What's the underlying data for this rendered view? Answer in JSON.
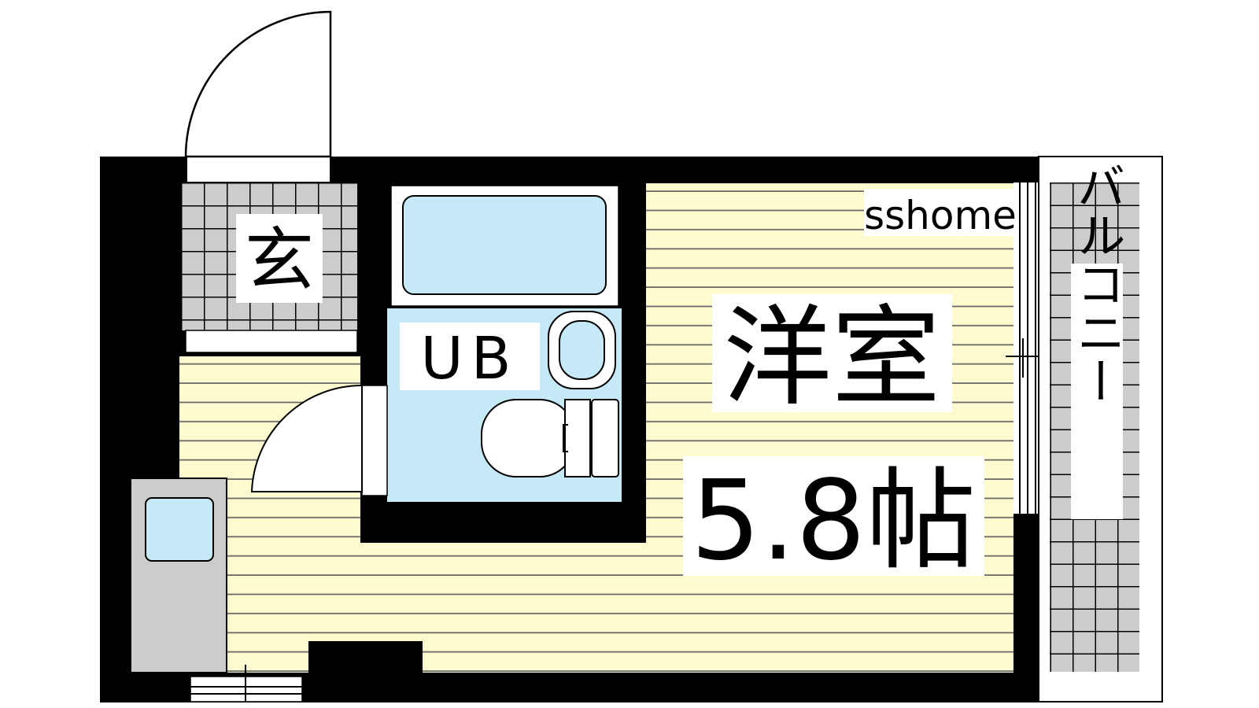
{
  "labels": {
    "entrance": "玄",
    "unit_bath": "UB",
    "room_name": "洋室",
    "room_size": "5.8帖",
    "balcony": "バルコニー",
    "watermark": "sshome"
  },
  "colors": {
    "floor": "#fffbd0",
    "floor_lines": "#6a6a6a",
    "bath": "#c6e9f8",
    "tile": "#cccccc",
    "wall": "#000000"
  }
}
